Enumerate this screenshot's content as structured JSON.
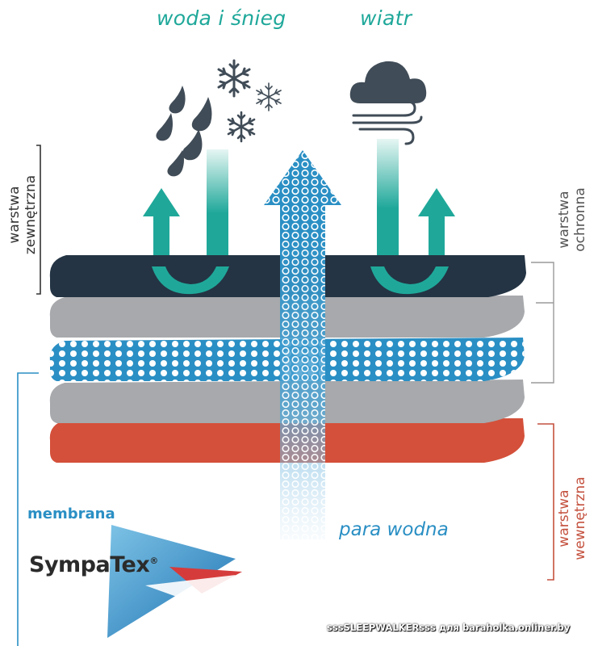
{
  "labels": {
    "water_snow": "woda i śnieg",
    "wind": "wiatr",
    "outer_layer_line1": "warstwa",
    "outer_layer_line2": "zewnętrzna",
    "protective_layer_line1": "warstwa",
    "protective_layer_line2": "ochronna",
    "inner_layer_line1": "warstwa",
    "inner_layer_line2": "wewnętrzna",
    "membrane": "membrana",
    "water_vapor": "para wodna"
  },
  "brand": {
    "name": "SympaTex",
    "registered": "®"
  },
  "watermark": "sssSLEEPWALKERsss для baraholka.onliner.by",
  "colors": {
    "teal": "#1fa89a",
    "navy": "#243444",
    "gray": "#a7a9ac",
    "blue": "#2a8fc4",
    "red": "#d4503a",
    "droplet": "#404c57"
  },
  "icons": [
    "raindrop-icon",
    "snowflake-icon",
    "cloud-icon",
    "wind-icon",
    "arrow-up-icon"
  ]
}
